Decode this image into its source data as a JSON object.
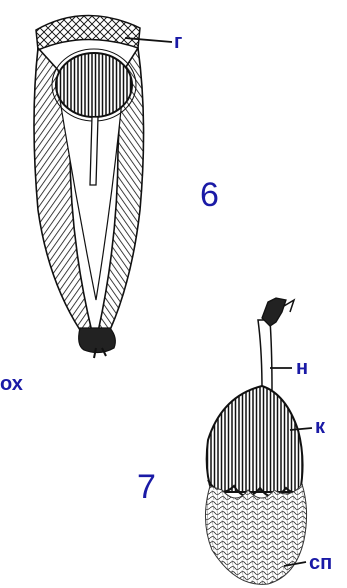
{
  "figure_6": {
    "number": "6",
    "labels": {
      "g": "г"
    }
  },
  "figure_7": {
    "number": "7",
    "labels": {
      "n": "н",
      "k": "к",
      "sp": "сп"
    }
  },
  "cut_label": "ох",
  "colors": {
    "label": "#1a1aa6",
    "ink": "#111111",
    "paper": "#ffffff"
  }
}
